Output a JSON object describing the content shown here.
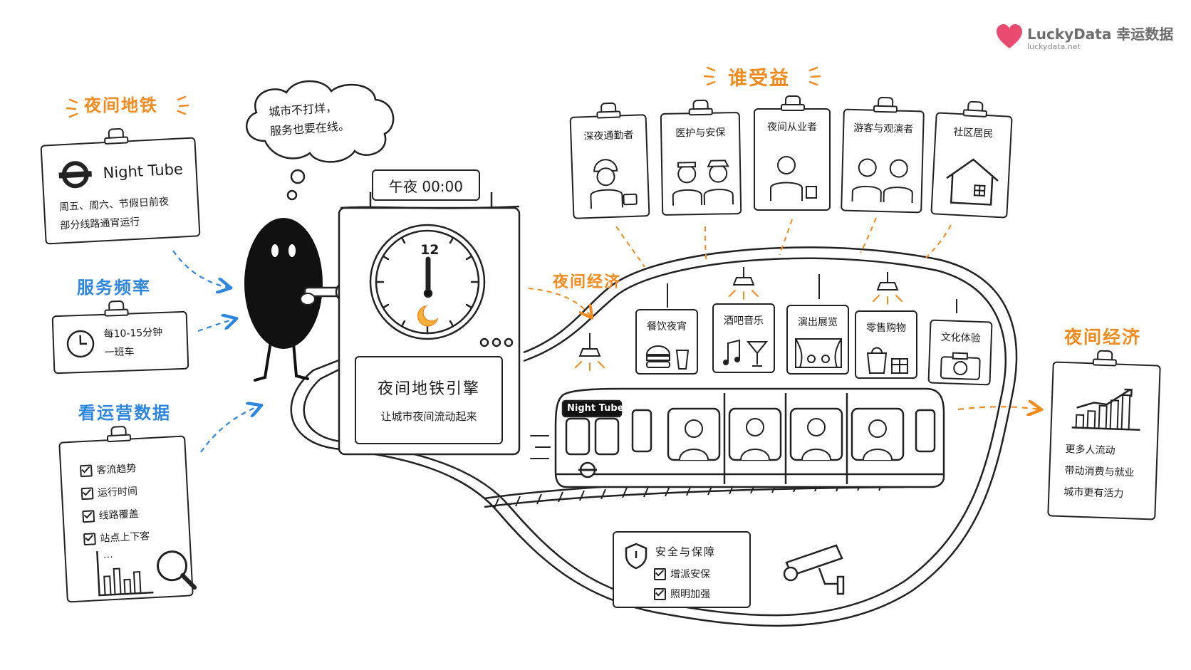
{
  "brand": {
    "name": "LuckyData 幸运数据",
    "url": "luckydata.net",
    "heart_color": "#e94a6f"
  },
  "colors": {
    "accent_orange": "#f28a1e",
    "accent_blue": "#2f86de",
    "ink": "#222222"
  },
  "left": {
    "night_metro_title": "夜间地铁",
    "night_tube_card": {
      "name": "Night Tube",
      "line1": "周五、周六、节假日前夜",
      "line2": "部分线路通宵运行"
    },
    "frequency_title": "服务频率",
    "frequency_card": {
      "line1": "每10-15分钟",
      "line2": "一班车"
    },
    "data_title": "看运营数据",
    "data_card": {
      "items": [
        "客流趋势",
        "运行时间",
        "线路覆盖",
        "站点上下客"
      ],
      "more": "…"
    }
  },
  "bubble": {
    "line1": "城市不打烊，",
    "line2": "服务也要在线。"
  },
  "clock": {
    "label": "午夜 00:00",
    "number": "12"
  },
  "engine": {
    "title": "夜间地铁引擎",
    "subtitle": "让城市夜间流动起来"
  },
  "beneficiaries": {
    "title": "谁受益",
    "cards": [
      {
        "label": "深夜通勤者"
      },
      {
        "label": "医护与安保"
      },
      {
        "label": "夜间从业者"
      },
      {
        "label": "游客与观演者"
      },
      {
        "label": "社区居民"
      }
    ]
  },
  "night_economy_label": "夜间经济",
  "economy_cards": [
    {
      "label": "餐饮夜宵",
      "icon": "burger-drink-icon"
    },
    {
      "label": "酒吧音乐",
      "icon": "music-cocktail-icon"
    },
    {
      "label": "演出展览",
      "icon": "theater-icon"
    },
    {
      "label": "零售购物",
      "icon": "shopping-bag-icon"
    },
    {
      "label": "文化体验",
      "icon": "camera-icon"
    }
  ],
  "train": {
    "label": "Night Tube"
  },
  "safety": {
    "title": "安全与保障",
    "items": [
      "增派安保",
      "照明加强"
    ]
  },
  "right": {
    "title": "夜间经济",
    "lines": [
      "更多人流动",
      "带动消费与就业",
      "城市更有活力"
    ]
  }
}
